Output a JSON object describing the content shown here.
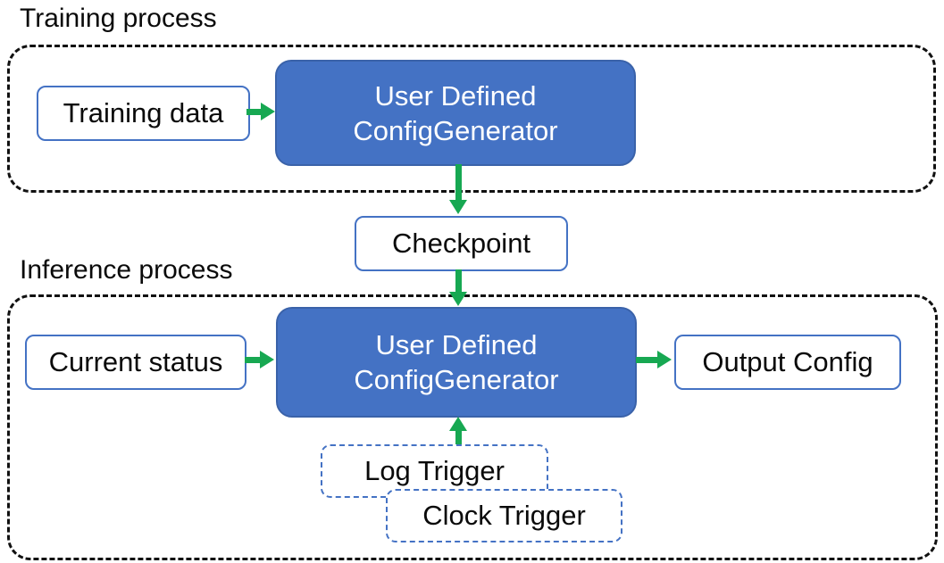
{
  "diagram": {
    "training": {
      "label": "Training process",
      "data_box_label": "Training data",
      "generator_line1": "User Defined",
      "generator_line2": "ConfigGenerator"
    },
    "checkpoint_label": "Checkpoint",
    "inference": {
      "label": "Inference process",
      "status_box_label": "Current status",
      "generator_line1": "User Defined",
      "generator_line2": "ConfigGenerator",
      "output_box_label": "Output Config",
      "triggers": [
        {
          "label": "Log Trigger"
        },
        {
          "label": "Clock Trigger"
        }
      ]
    },
    "colors": {
      "generator_fill": "#4472C4",
      "generator_border": "#3A62A9",
      "light_box_border": "#4472C4",
      "trigger_border_dashed": "#4472C4",
      "arrow_green": "#17A852",
      "container_border_dashed": "#111111",
      "text_dark": "#0A0A0A",
      "text_light": "#FFFFFF"
    }
  }
}
